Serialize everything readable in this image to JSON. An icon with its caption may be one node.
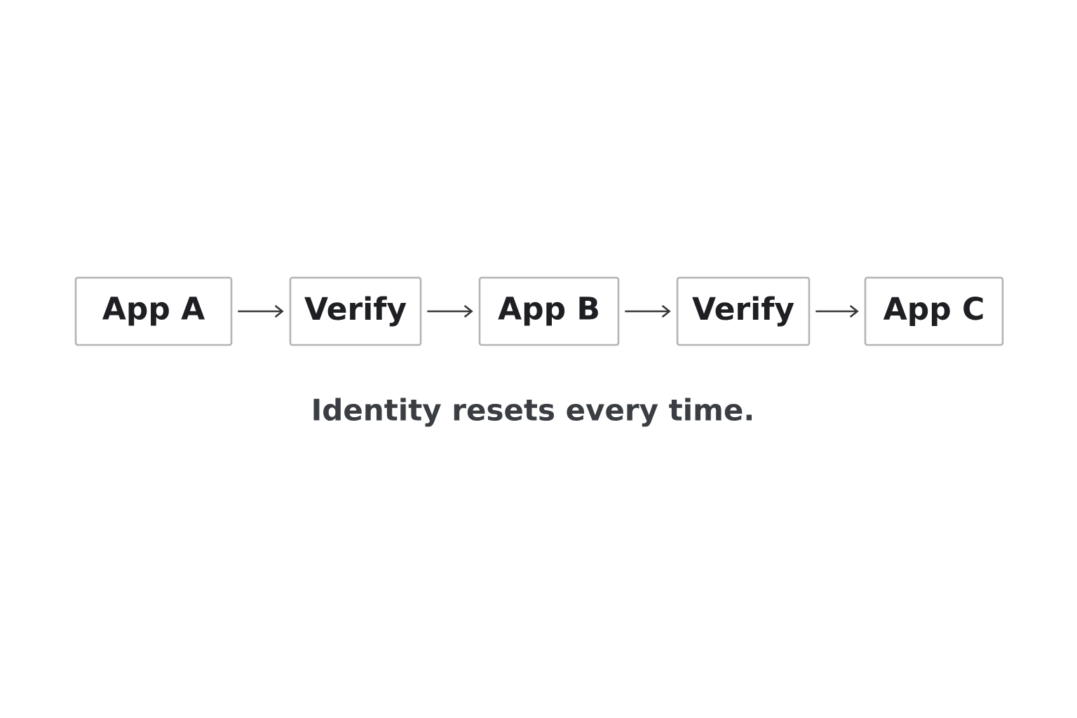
{
  "diagram": {
    "caption": "Identity resets every time.",
    "nodes": [
      {
        "text": [
          "App A"
        ]
      },
      {
        "text": [
          "Verify"
        ]
      },
      {
        "text": [
          "App B"
        ]
      },
      {
        "text": [
          "Verify"
        ]
      },
      {
        "text": [
          "App C"
        ]
      }
    ],
    "edges": [
      {
        "from": 0,
        "to": 1,
        "arrow": "to"
      },
      {
        "from": 1,
        "to": 2,
        "arrow": "to"
      },
      {
        "from": 2,
        "to": 3,
        "arrow": "to"
      },
      {
        "from": 3,
        "to": 4,
        "arrow": "to"
      }
    ]
  }
}
